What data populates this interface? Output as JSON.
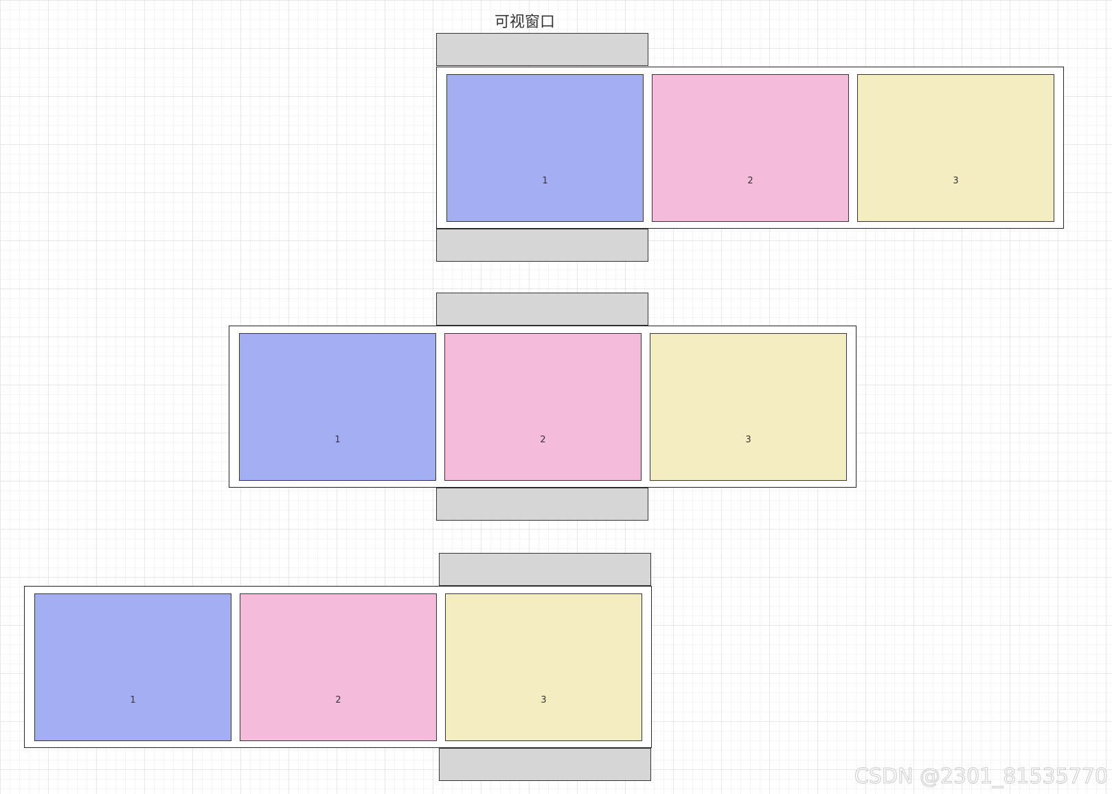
{
  "title": "可视窗口",
  "colors": {
    "panel_1": "#a4aef2",
    "panel_2": "#f5bbdb",
    "panel_3": "#f5edc2",
    "viewport_gray": "#d6d6d6"
  },
  "rows": [
    {
      "panels": [
        {
          "label": "1"
        },
        {
          "label": "2"
        },
        {
          "label": "3"
        }
      ]
    },
    {
      "panels": [
        {
          "label": "1"
        },
        {
          "label": "2"
        },
        {
          "label": "3"
        }
      ]
    },
    {
      "panels": [
        {
          "label": "1"
        },
        {
          "label": "2"
        },
        {
          "label": "3"
        }
      ]
    }
  ],
  "watermark": "CSDN @2301_81535770"
}
